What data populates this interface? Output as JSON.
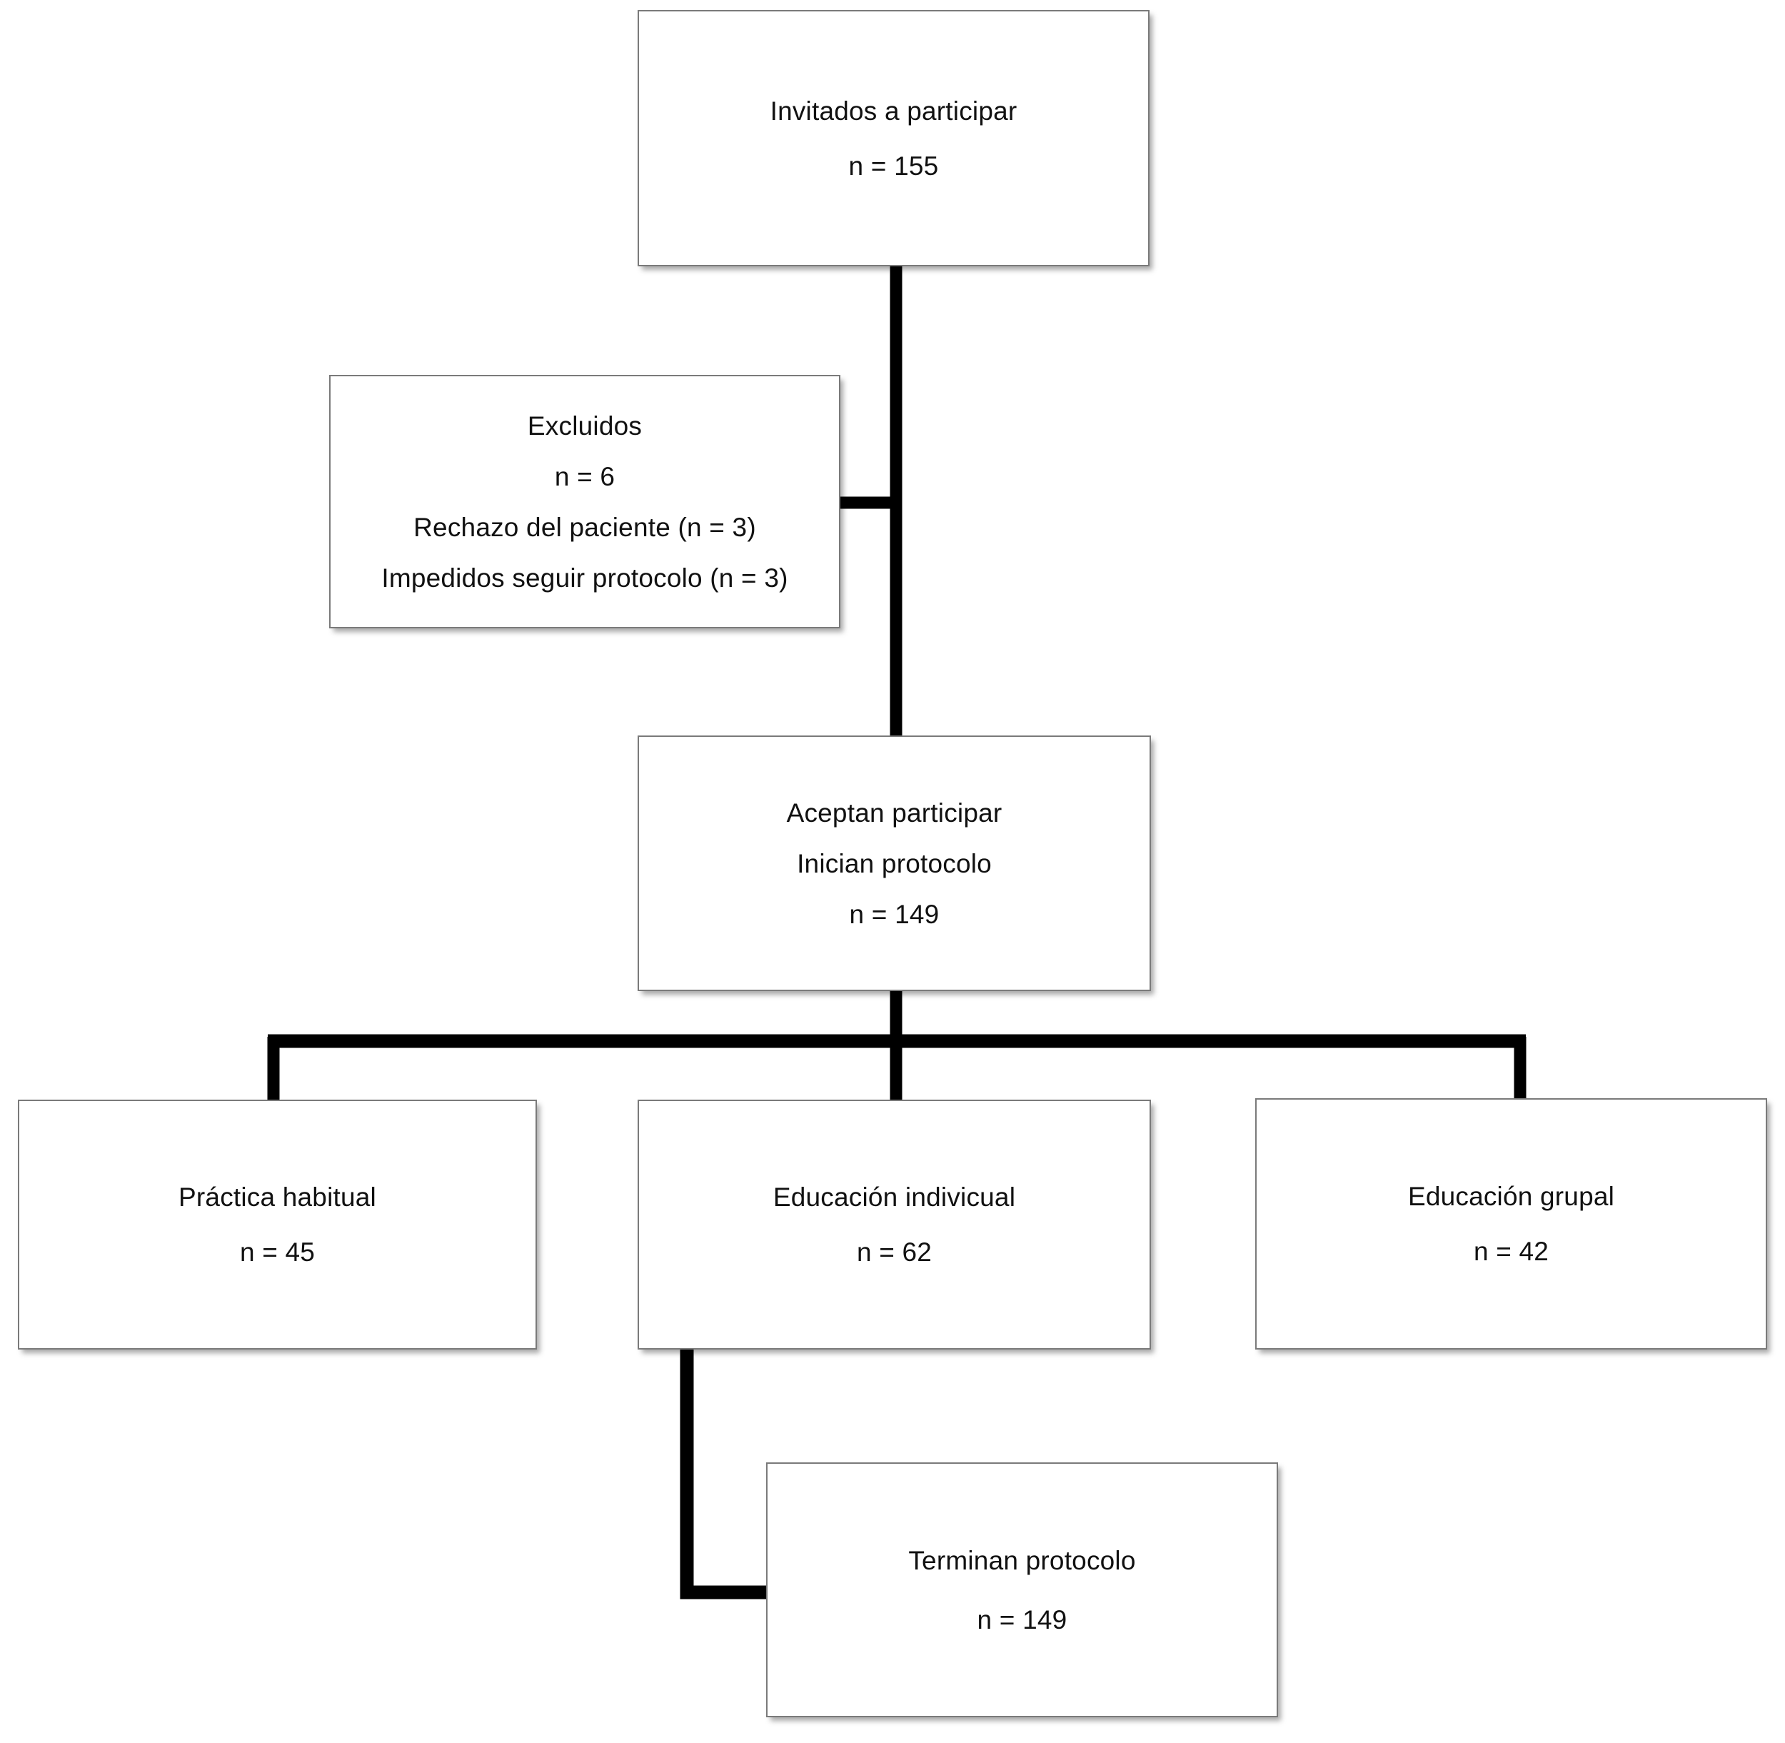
{
  "diagram": {
    "type": "flowchart",
    "title": "Diagrama de flujo de participantes",
    "language": "es",
    "colors": {
      "box_border": "#7a7a7a",
      "box_fill": "#ffffff",
      "connector": "#000000",
      "text": "#111111",
      "background": "#ffffff"
    },
    "nodes": [
      {
        "id": "invitados",
        "lines": [
          "Invitados a participar",
          "n = 155"
        ],
        "label": "Invitados a participar",
        "n": 155
      },
      {
        "id": "excluidos",
        "lines": [
          "Excluidos",
          "n = 6",
          "Rechazo del paciente (n = 3)",
          "Impedidos seguir protocolo (n = 3)"
        ],
        "label": "Excluidos",
        "n": 6
      },
      {
        "id": "aceptan",
        "lines": [
          "Aceptan participar",
          "Inician protocolo",
          "n = 149"
        ],
        "label": "Aceptan participar",
        "n": 149
      },
      {
        "id": "practica",
        "lines": [
          "Práctica habitual",
          "n = 45"
        ],
        "label": "Práctica habitual",
        "n": 45
      },
      {
        "id": "individual",
        "lines": [
          "Educación indivicual",
          "n = 62"
        ],
        "label": "Educación indivicual",
        "n": 62
      },
      {
        "id": "grupal",
        "lines": [
          "Educación grupal",
          "n = 42"
        ],
        "label": "Educación grupal",
        "n": 42
      },
      {
        "id": "terminan",
        "lines": [
          "Terminan protocolo",
          "n = 149"
        ],
        "label": "Terminan protocolo",
        "n": 149
      }
    ],
    "edges": [
      {
        "from": "invitados",
        "to": "aceptan"
      },
      {
        "from": "invitados",
        "to": "excluidos"
      },
      {
        "from": "aceptan",
        "to": "practica"
      },
      {
        "from": "aceptan",
        "to": "individual"
      },
      {
        "from": "aceptan",
        "to": "grupal"
      },
      {
        "from": "individual",
        "to": "terminan"
      }
    ]
  },
  "nodes": {
    "invitados": {
      "l0": "Invitados a participar",
      "l1": "n = 155"
    },
    "excluidos": {
      "l0": "Excluidos",
      "l1": "n = 6",
      "l2": "Rechazo del paciente (n = 3)",
      "l3": "Impedidos seguir protocolo (n = 3)"
    },
    "aceptan": {
      "l0": "Aceptan participar",
      "l1": "Inician protocolo",
      "l2": "n = 149"
    },
    "practica": {
      "l0": "Práctica habitual",
      "l1": "n = 45"
    },
    "individual": {
      "l0": "Educación indivicual",
      "l1": "n = 62"
    },
    "grupal": {
      "l0": "Educación grupal",
      "l1": "n = 42"
    },
    "terminan": {
      "l0": "Terminan protocolo",
      "l1": "n = 149"
    }
  }
}
